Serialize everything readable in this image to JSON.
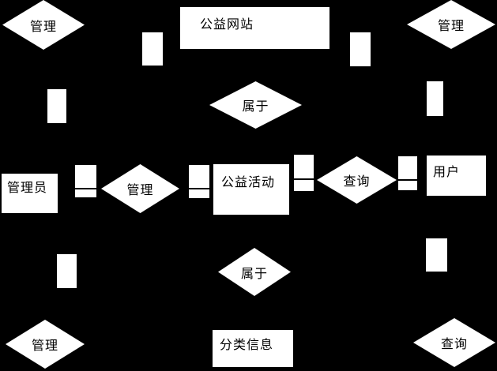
{
  "diagram": {
    "type": "entity-relationship",
    "colors": {
      "background": "#000000",
      "shape_fill": "#ffffff",
      "text": "#000000",
      "connector_line": "#000000"
    },
    "entities": {
      "website": "公益网站",
      "admin": "管理员",
      "activity": "公益活动",
      "user": "用户",
      "category": "分类信息"
    },
    "relationships": {
      "manage_top_left": "管理",
      "manage_top_right": "管理",
      "belong_upper": "属于",
      "manage_mid": "管理",
      "query_mid": "查询",
      "belong_lower": "属于",
      "manage_bottom_left": "管理",
      "query_bottom_right": "查询"
    }
  }
}
